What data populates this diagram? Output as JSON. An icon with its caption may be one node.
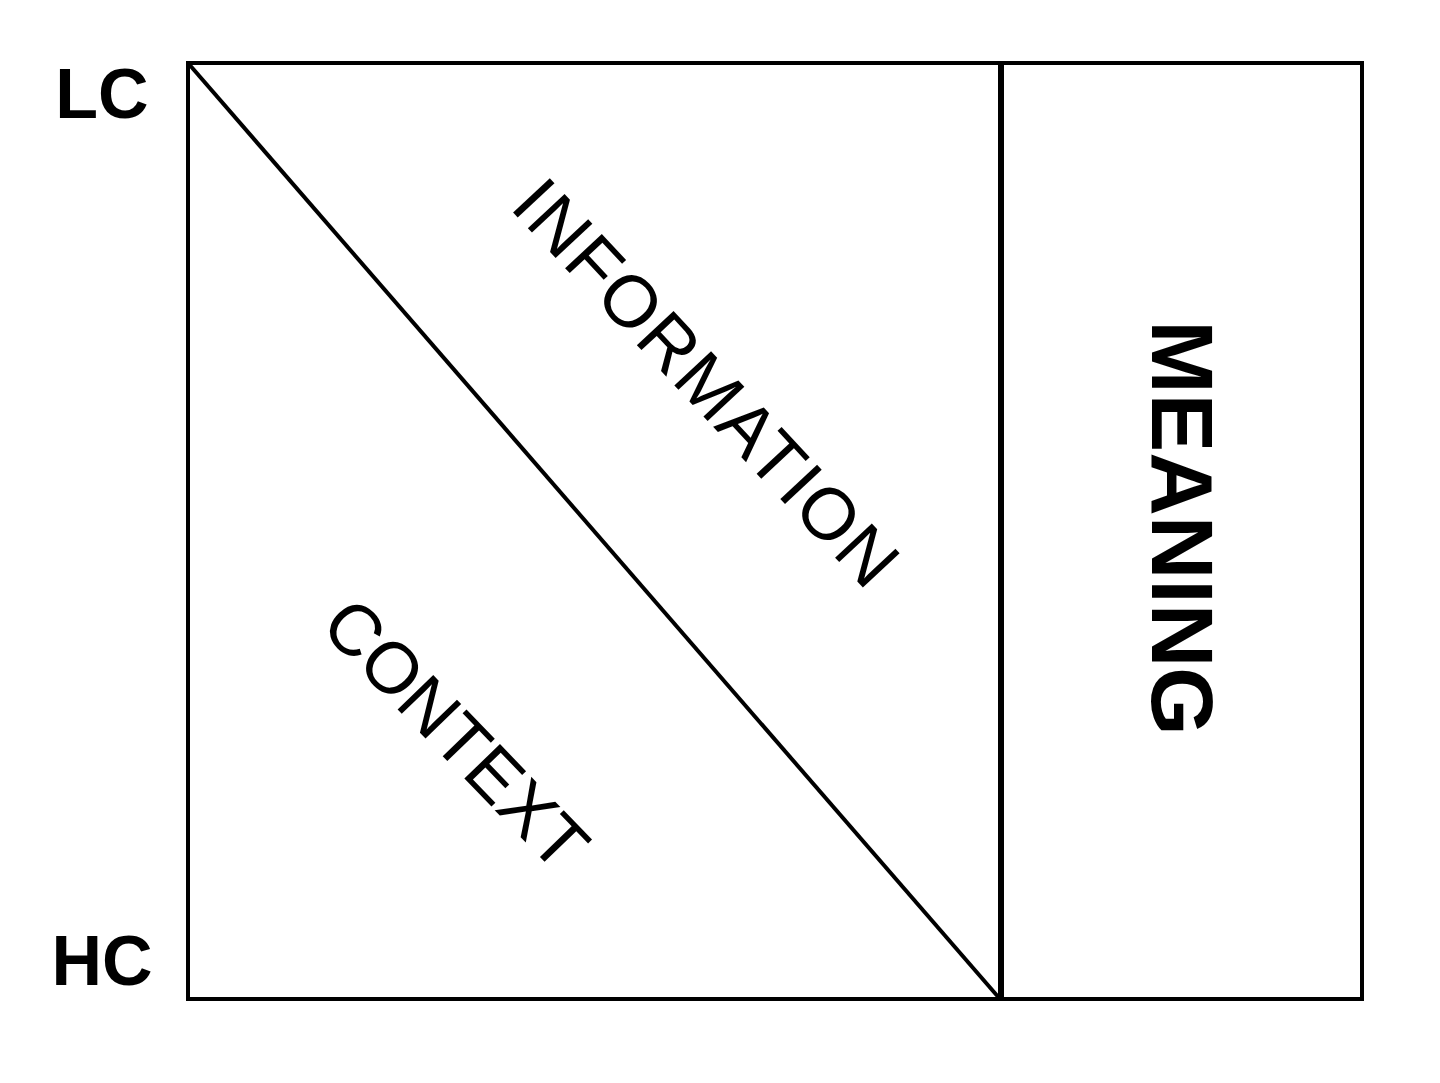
{
  "diagram": {
    "nodes": [
      {
        "text": [
          "INFORMATION",
          "CONTEXT"
        ]
      },
      {
        "text": [
          "MEANING"
        ]
      }
    ],
    "labels": [
      "LC",
      "HC"
    ]
  }
}
